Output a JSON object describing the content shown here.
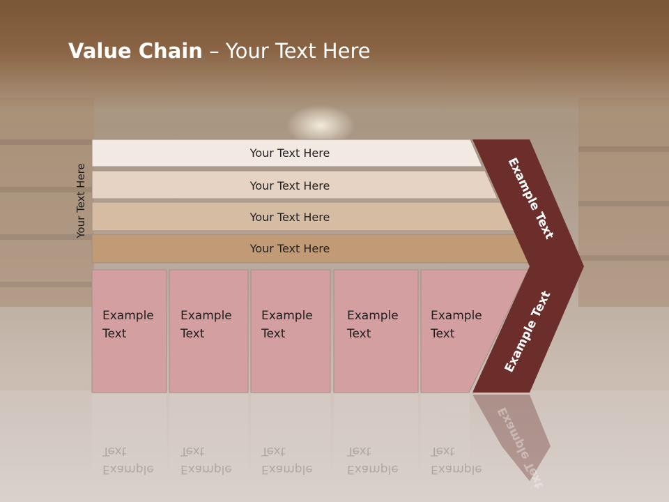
{
  "slide": {
    "title_bold": "Value Chain",
    "title_rest": " – Your Text Here",
    "side_label": "Your Text Here"
  },
  "support_rows": [
    {
      "label": "Your Text Here",
      "color": "#f3e9e3"
    },
    {
      "label": "Your Text Here",
      "color": "#e6d3c4"
    },
    {
      "label": "Your Text Here",
      "color": "#d7bca4"
    },
    {
      "label": "Your Text Here",
      "color": "#c19a76"
    }
  ],
  "primary_cells": [
    {
      "line1": "Example",
      "line2": "Text"
    },
    {
      "line1": "Example",
      "line2": "Text"
    },
    {
      "line1": "Example",
      "line2": "Text"
    },
    {
      "line1": "Example",
      "line2": "Text"
    },
    {
      "line1": "Example",
      "line2": "Text"
    }
  ],
  "arrow": {
    "upper_label": "Example Text",
    "lower_label": "Example Text",
    "color": "#6b2e2b"
  },
  "colors": {
    "cell_fill": "#d39fa0",
    "cell_border": "#a48d8c"
  }
}
